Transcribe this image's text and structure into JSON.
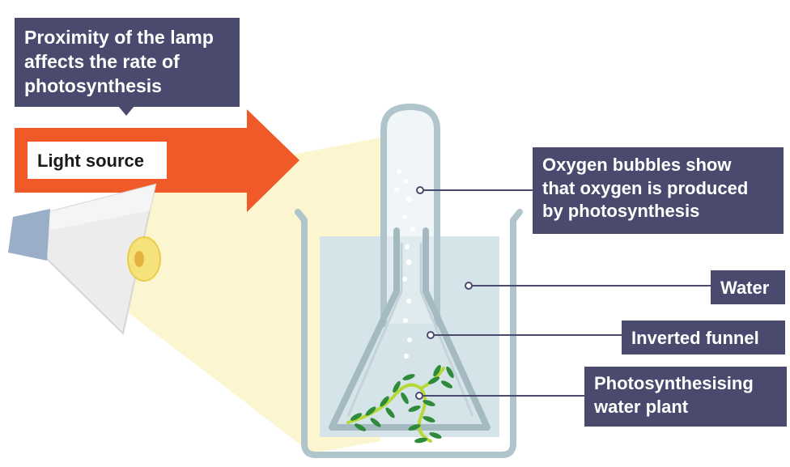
{
  "labels": {
    "title": [
      "Proximity of the lamp",
      "affects the rate of",
      "photosynthesis"
    ],
    "light_source": "Light source",
    "oxygen_bubbles": [
      "Oxygen bubbles show",
      "that oxygen is produced",
      "by photosynthesis"
    ],
    "water": "Water",
    "inverted_funnel": "Inverted funnel",
    "water_plant": [
      "Photosynthesising",
      "water plant"
    ]
  },
  "colors": {
    "label_bg": "#4a4a6e",
    "arrow": "#f05a28",
    "light_beam": "#fbf6cf",
    "water": "#d4e4e8",
    "glass": "#b0c4cc",
    "plant": "#2e8b3a",
    "plant_stem": "#b8d83a"
  }
}
